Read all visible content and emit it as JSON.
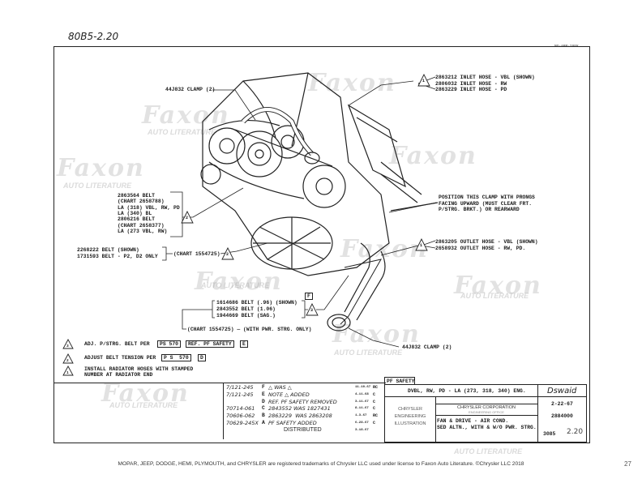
{
  "page_ref": "80B5-2.20",
  "corner_code": "MO-ARM-20FK",
  "callouts": {
    "upper_clamp": "44J832 CLAMP (2)",
    "lower_clamp": "44J832 CLAMP (2)",
    "inlet_hose": [
      "2863212 INLET HOSE - VBL (SHOWN)",
      "2806032 INLET HOSE - RW",
      "2863229 INLET HOSE - PD"
    ],
    "clamp_note": [
      "POSITION THIS CLAMP WITH PRONGS",
      "FACING UPWARD (MUST CLEAR FRT.",
      "P/STRG. BRKT.) OR REARWARD"
    ],
    "outlet_hose": [
      "2863205 OUTLET HOSE - VBL (SHOWN)",
      "2658932 OUTLET HOSE - RW, PD."
    ],
    "belt_group": [
      "2863564 BELT",
      "(CHART 2658788)",
      "LA (318) VBL, RW, PD",
      "LA (340) BL",
      "2806216 BELT",
      "(CHART 2658377)",
      "LA (273 VBL, RW)"
    ],
    "belt_shown": [
      "2268222 BELT (SHOWN)",
      "1731593 BELT - P2, D2 ONLY"
    ],
    "chart_a": "(CHART 1554725)",
    "ps_belts": [
      "1614686 BELT (.96) (SHOWN)",
      "2843552 BELT (1.06)",
      "1944669 BELT (SAG.)"
    ],
    "ps_chart": "(CHART 1554725) — (WITH PWR. STRG. ONLY)",
    "rev_f_box": "F",
    "tri_1": "1",
    "tri_2": "2",
    "tri_3": "3"
  },
  "notes": [
    {
      "num": "3",
      "text": "ADJ. P/STRG. BELT PER",
      "box1": "PS 570",
      "box2": "REF. PF SAFETY",
      "rev": "E"
    },
    {
      "num": "2",
      "text": "ADJUST BELT TENSION PER",
      "box1": "P S  570",
      "rev": "D"
    },
    {
      "num": "1",
      "text": "INSTALL RADIATOR HOSES WITH STAMPED\nNUMBER AT RADIATOR END"
    }
  ],
  "revisions": [
    {
      "ref": "7/121-245",
      "letter": "F",
      "desc": "△ WAS △",
      "date": "11-10-67",
      "by": "RC"
    },
    {
      "ref": "7/121-245",
      "letter": "E",
      "desc": "NOTE △ ADDED",
      "date": "4-11-68",
      "by": "C"
    },
    {
      "ref": "",
      "letter": "D",
      "desc": "REF. PF SAFETY REMOVED",
      "date": "3-11-67",
      "by": "C"
    },
    {
      "ref": "70714-061",
      "letter": "C",
      "desc": "2843552 WAS 1827431",
      "date": "8-11-67",
      "by": "C"
    },
    {
      "ref": "70606-062",
      "letter": "B",
      "desc": "2863229  WAS 2863208",
      "date": "1-3-67",
      "by": "RC"
    },
    {
      "ref": "70629-245X",
      "letter": "A",
      "desc": "PF SAFETY ADDED",
      "date": "6-28-67",
      "by": "C"
    },
    {
      "ref": "",
      "letter": "",
      "desc": "DISTRIBUTED",
      "date": "3-18-67",
      "by": ""
    }
  ],
  "title_block": {
    "tab": "PF SAFETY",
    "application": "DVBL, RW, PD - LA (273, 318, 340) ENG.",
    "signature": "Dswaid",
    "dept": [
      "CHRYSLER",
      "ENGINEERING",
      "ILLUSTRATION"
    ],
    "company": "CHRYSLER CORPORATION",
    "company_sub": "ENGINEERING OFFICE",
    "title": [
      "FAN & DRIVE - AIR COND.",
      "SED ALTN., WITH & W/O PWR. STRG."
    ],
    "date": "2-22-67",
    "part_no": "2884000",
    "group": "3085",
    "page": "2.20"
  },
  "watermark": {
    "brand": "Faxon",
    "sub": "AUTO LITERATURE"
  },
  "footer": "MOPAR, JEEP, DODGE, HEMI, PLYMOUTH, and CHRYSLER are registered trademarks of Chrysler LLC used under license to Faxon Auto Literature. ©Chrysler LLC 2018",
  "page_number": "27"
}
